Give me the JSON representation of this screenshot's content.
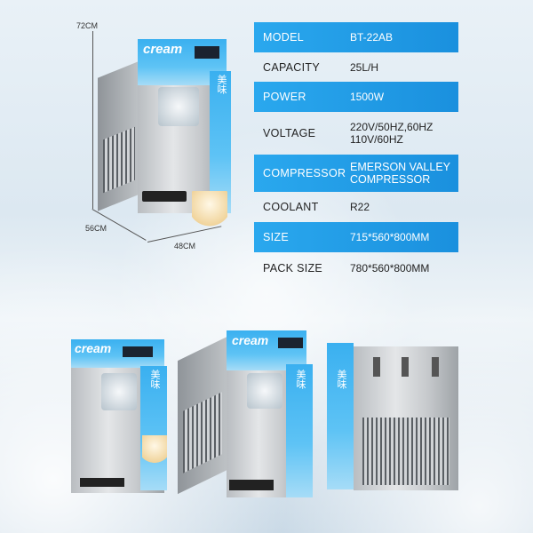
{
  "dimensions": {
    "height": "72CM",
    "depth": "56CM",
    "width": "48CM"
  },
  "specs": [
    {
      "label": "MODEL",
      "value": "BT-22AB",
      "style": "blue"
    },
    {
      "label": "CAPACITY",
      "value": "25L/H",
      "style": "white"
    },
    {
      "label": "POWER",
      "value": "1500W",
      "style": "blue"
    },
    {
      "label": "VOLTAGE",
      "value": "220V/50HZ,60HZ\n110V/60HZ",
      "style": "white"
    },
    {
      "label": "COMPRESSOR",
      "value": "EMERSON VALLEY\nCOMPRESSOR",
      "style": "blue"
    },
    {
      "label": "COOLANT",
      "value": "R22",
      "style": "white"
    },
    {
      "label": "SIZE",
      "value": "715*560*800MM",
      "style": "blue"
    },
    {
      "label": "PACK SIZE",
      "value": "780*560*800MM",
      "style": "white"
    }
  ],
  "machine": {
    "brand": "cream",
    "panel_chars": "美味",
    "colors": {
      "panel": "#3ab0f0",
      "steel": "#c7cacd",
      "vent": "#5a5f64"
    }
  },
  "views": [
    "front-view",
    "three-quarter-view",
    "side-view"
  ]
}
